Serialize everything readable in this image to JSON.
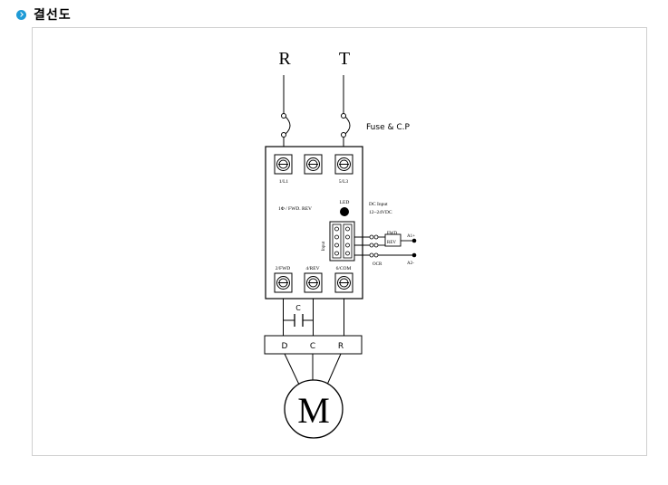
{
  "header": {
    "title": "결선도"
  },
  "diagram": {
    "supply": {
      "left": "R",
      "right": "T"
    },
    "fuse_label": "Fuse & C.P",
    "terminals_top": {
      "t1": "1/L1",
      "t3": "5/L3"
    },
    "terminals_bottom": {
      "t2": "2/FWD",
      "t4": "4/REV",
      "t6": "6/COM"
    },
    "mode_label": "1Φ / FWD. REV",
    "led_label": "LED",
    "dc_input": {
      "line1": "DC Input",
      "line2": "12~24VDC"
    },
    "input_label": "Input",
    "switches": {
      "fwd": "FWD",
      "rev": "REV",
      "ocr": "OCR"
    },
    "terminals_a": {
      "a1": "A1+",
      "a2": "A2-"
    },
    "capacitor_label": "C",
    "motor_terminals": {
      "d": "D",
      "c": "C",
      "r": "R"
    },
    "motor_label": "M"
  }
}
